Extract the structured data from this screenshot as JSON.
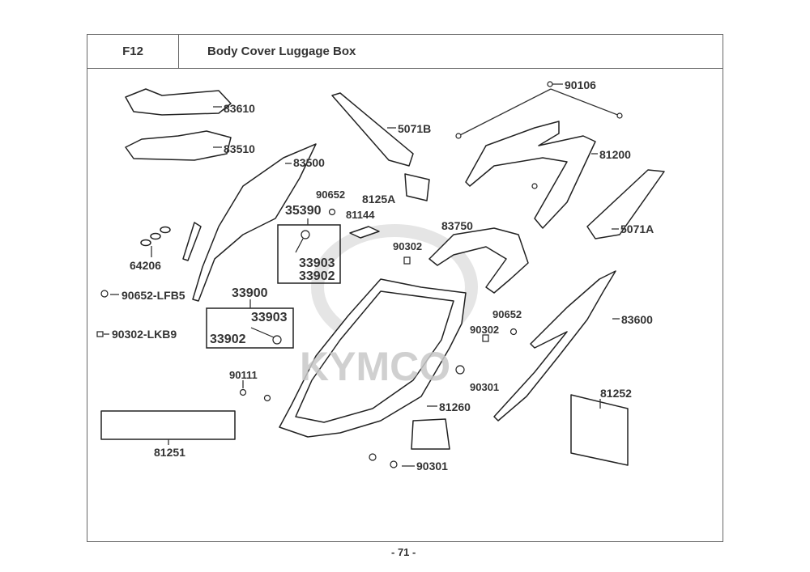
{
  "header": {
    "code": "F12",
    "title": "Body Cover  Luggage Box"
  },
  "watermark": "KYMCO",
  "labels": [
    "83610",
    "83510",
    "83500",
    "5071B",
    "90106",
    "81200",
    "8125A",
    "90652",
    "81144",
    "35390",
    "83750",
    "90302",
    "5071A",
    "64206",
    "33903",
    "33902",
    "90652-LFB5",
    "33900",
    "33903",
    "33902",
    "90302-LKB9",
    "90652",
    "90302",
    "83600",
    "90111",
    "90301",
    "81260",
    "81252",
    "81251",
    "90301"
  ],
  "footer": {
    "page": "- 71 -"
  }
}
